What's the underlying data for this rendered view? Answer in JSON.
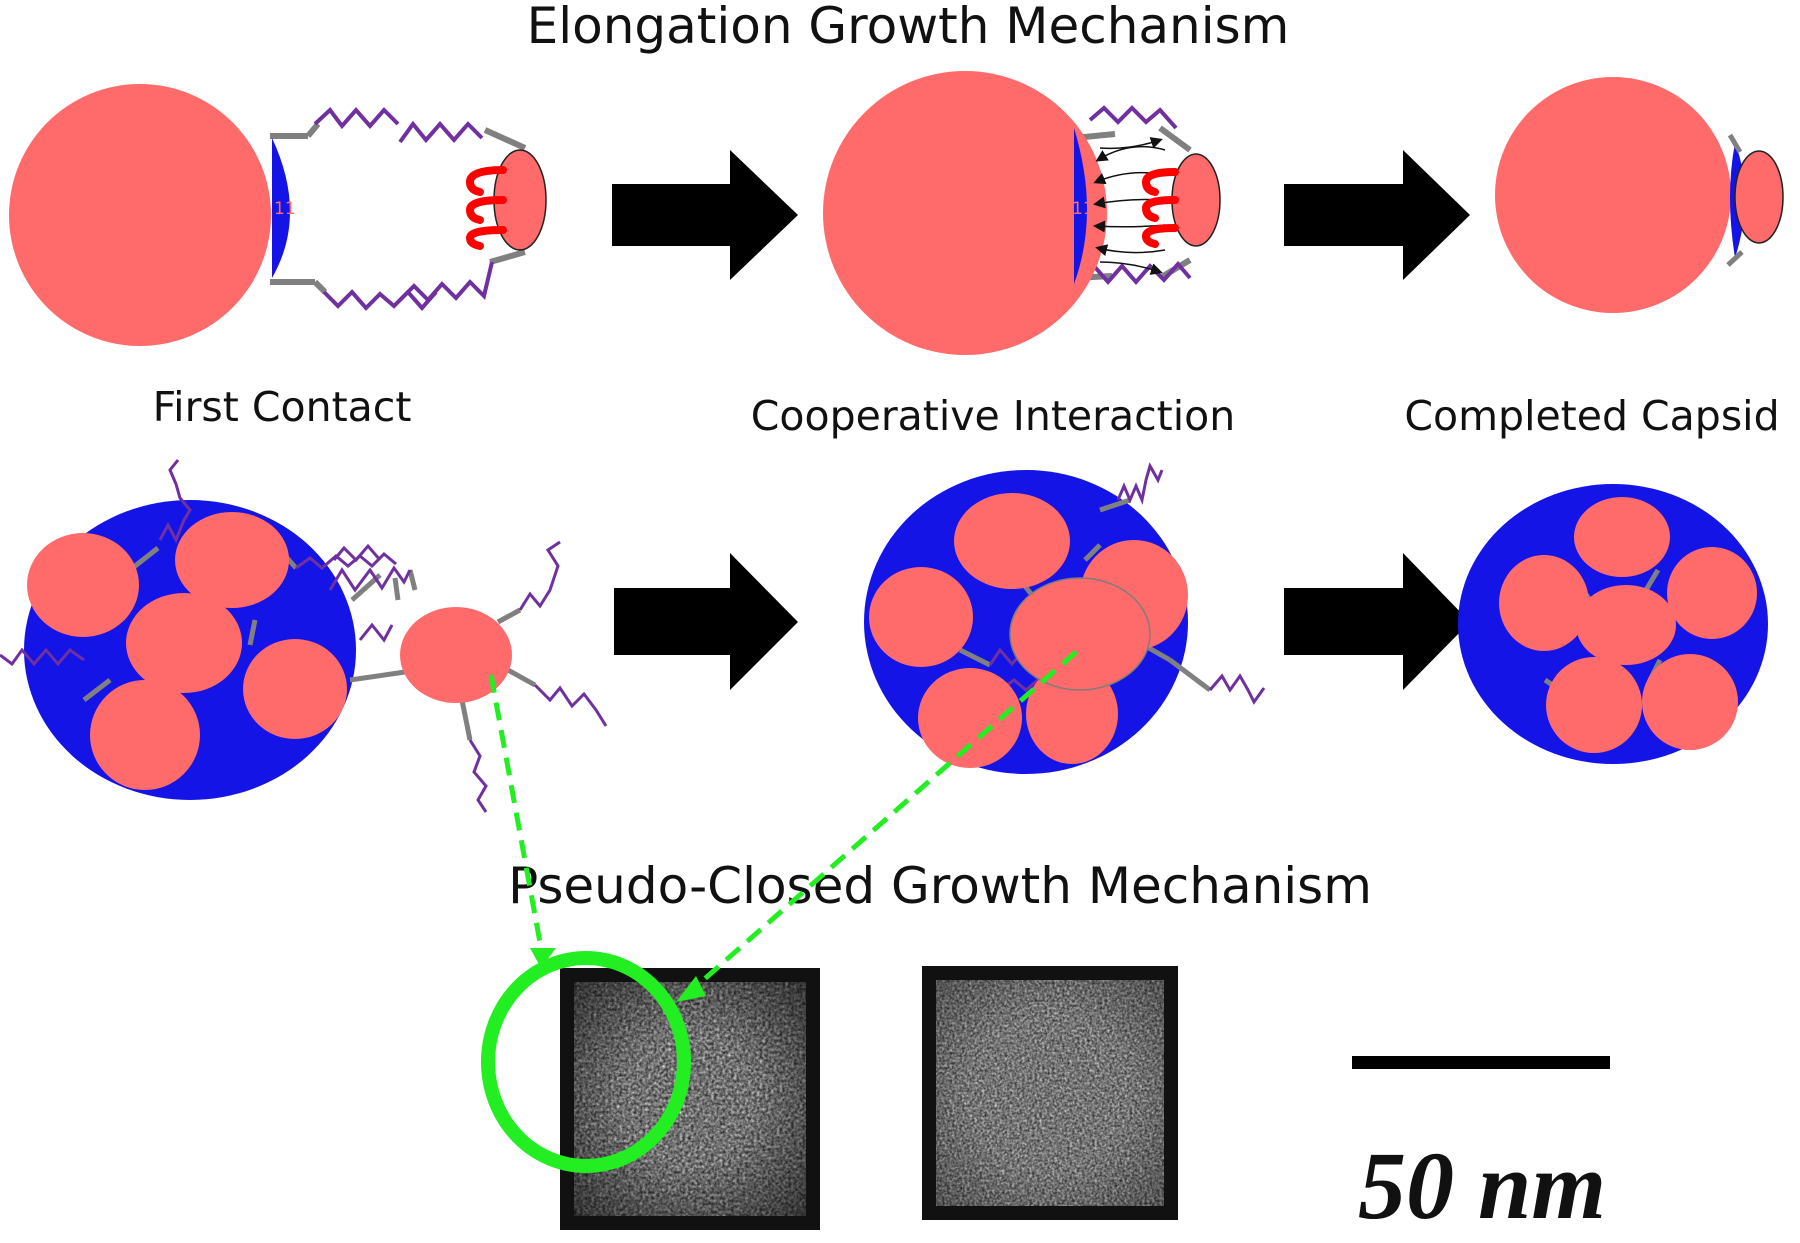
{
  "diagram": {
    "title_top": "Elongation Growth Mechanism",
    "title_bottom": "Pseudo-Closed Growth Mechanism",
    "stages": [
      {
        "label": "First Contact"
      },
      {
        "label": "Cooperative Interaction"
      },
      {
        "label": "Completed Capsid"
      }
    ],
    "subunit_tag": "11",
    "scale_bar_label": "50 nm",
    "colors": {
      "subunit": "#ff6b6b",
      "capsid_blue": "#1414e6",
      "linker": "#808080",
      "chain": "#7030a0",
      "hook": "#ff0000",
      "arrow": "#000000",
      "highlight": "#22ee22"
    }
  }
}
